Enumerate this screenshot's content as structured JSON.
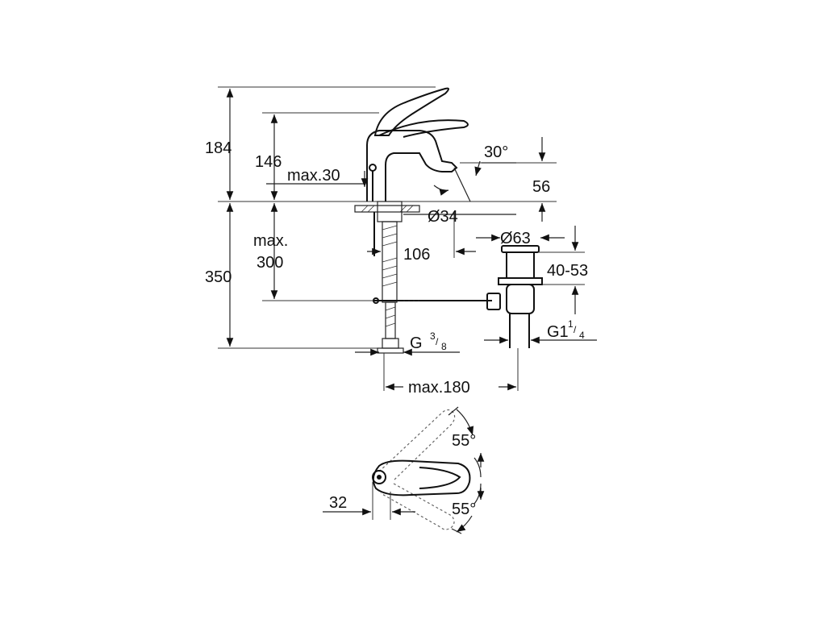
{
  "dimensions": {
    "overall_height": "184",
    "lever_height": "146",
    "max_deck_thickness": "max.30",
    "spout_angle": "30°",
    "spout_outlet_height": "56",
    "mount_hole_diameter": "Ø34",
    "spout_reach": "106",
    "waste_plug_diameter": "Ø63",
    "max_under_deck_line1": "max.",
    "max_under_deck_line2": "300",
    "total_below_deck": "350",
    "waste_adjust_range": "40-53",
    "connection_thread_base": "G",
    "connection_thread_num": "3",
    "connection_thread_den": "8",
    "waste_thread_base": "G1",
    "waste_thread_num": "1",
    "waste_thread_den": "4",
    "max_rod_length": "max.180",
    "lever_swing_right": "55°",
    "lever_swing_left": "55°",
    "lever_pivot_offset": "32"
  }
}
